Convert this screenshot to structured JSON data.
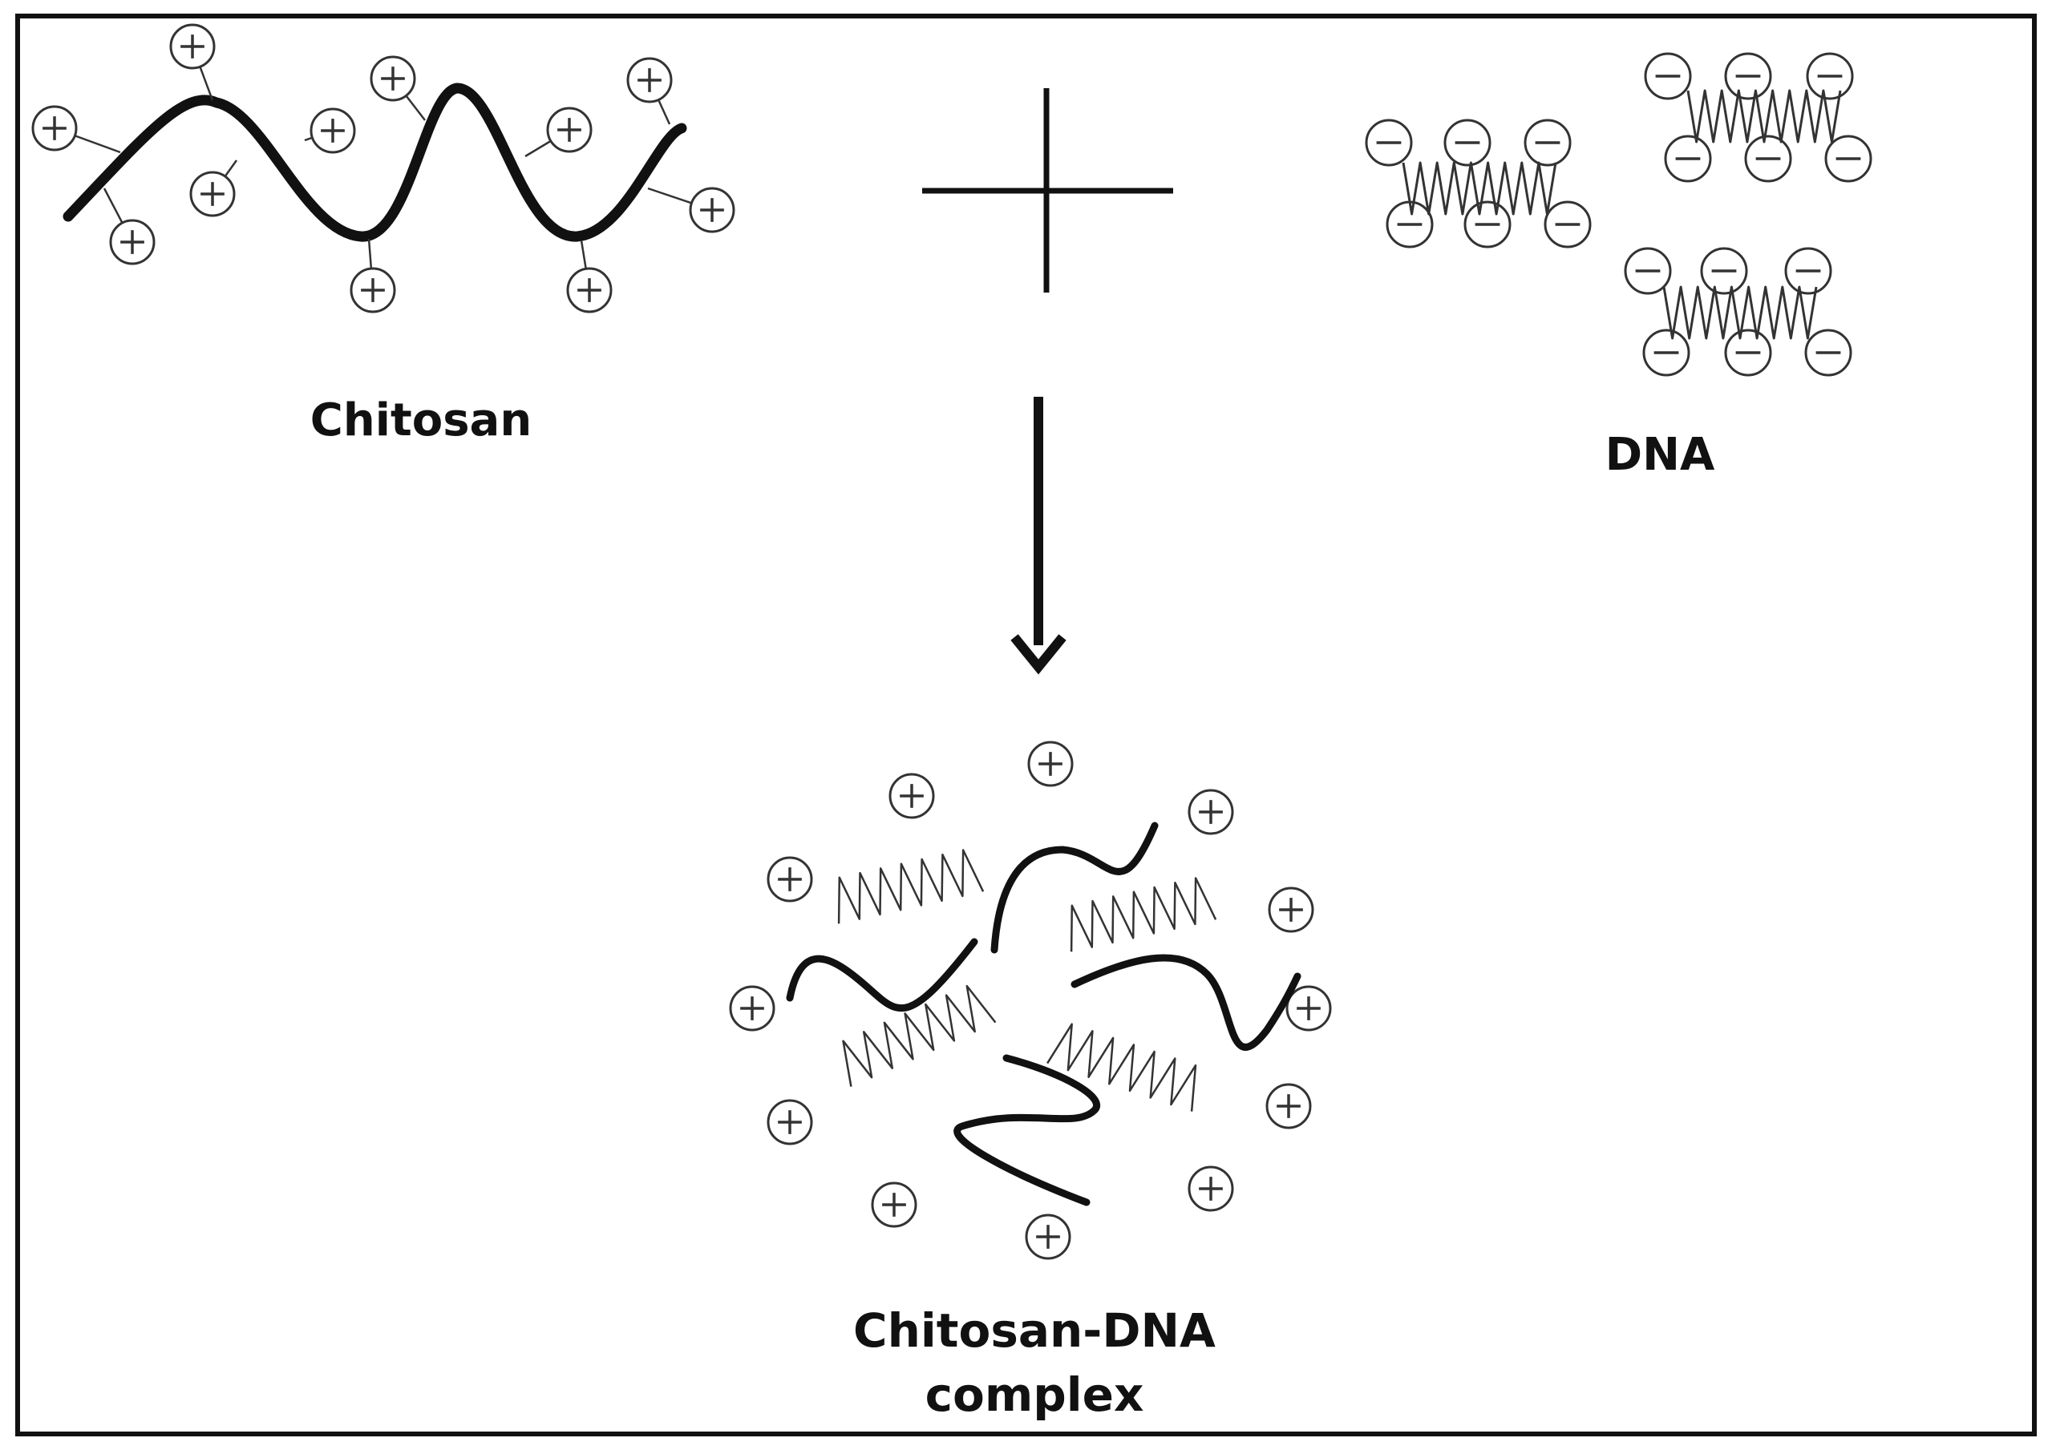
{
  "labels": {
    "chitosan": "Chitosan",
    "dna": "DNA",
    "complex_line1": "Chitosan-DNA",
    "complex_line2": "complex"
  },
  "symbols": {
    "positive": "+",
    "negative": "−"
  },
  "colors": {
    "ink": "#111111",
    "frame": "#111111",
    "background": "#ffffff"
  },
  "icons": {
    "plus": "plus-sign-icon",
    "arrow": "down-arrow-icon",
    "positive_charge": "positive-charge-icon",
    "negative_charge": "negative-charge-icon"
  }
}
